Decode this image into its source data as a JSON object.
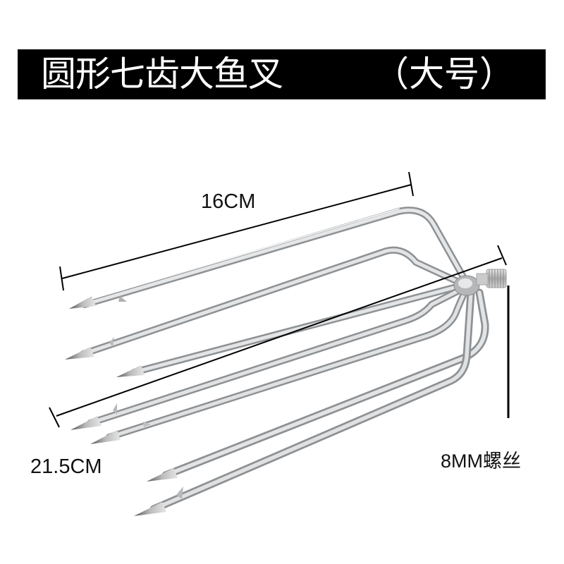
{
  "banner": {
    "title": "圆形七齿大鱼叉",
    "size_tag": "（大号）",
    "background_color": "#000000",
    "text_color": "#ffffff"
  },
  "product": {
    "description": "Seven-prong stainless steel fish spear head with threaded mount",
    "prong_count": 7,
    "material_color": "#c8cacc"
  },
  "dimensions": {
    "length_label": "16CM",
    "width_label": "21.5CM",
    "thread_label": "8MM螺丝",
    "line_color": "#000000"
  }
}
